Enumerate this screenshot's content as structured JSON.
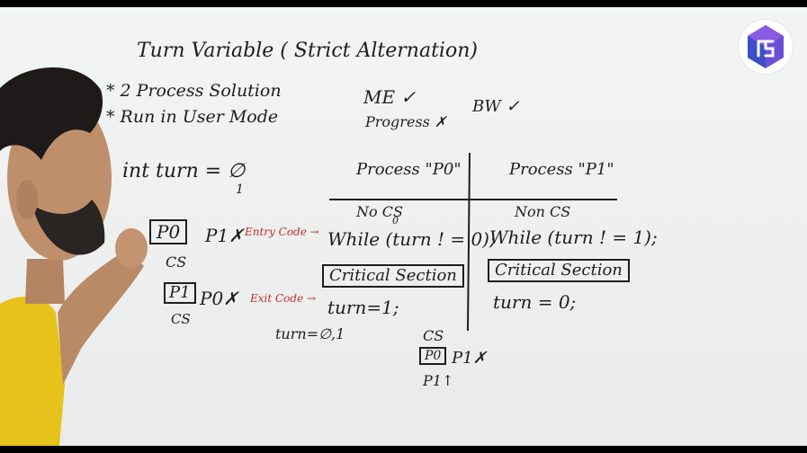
{
  "board": {
    "title": "Turn Variable ( Strict Alternation)",
    "bullets": [
      "2 Process Solution",
      "Run in User Mode"
    ],
    "me_check": "ME ✓",
    "progress_x": "Progress ✗",
    "bw_check": "BW ✓",
    "int_turn": "int  turn = ∅",
    "int_turn_sub": "1",
    "p0_box": "P0",
    "p1x": "P1✗",
    "entry_code": "Entry Code →",
    "cs_label_1": "CS",
    "p1_box": "P1",
    "p0x": "P0✗",
    "exit_code": "Exit Code →",
    "cs_label_2": "CS",
    "turn_small": "turn=∅,1",
    "process_p0_header": "Process \"P0\"",
    "process_p1_header": "Process \"P1\"",
    "p0_noncs": "No CS",
    "p0_noncs_mark": "0",
    "p0_while": "While (turn ! = 0);",
    "p0_critical": "Critical Section",
    "p0_exit": "turn=1;",
    "p1_noncs": "Non CS",
    "p1_while": "While (turn ! = 1);",
    "p1_critical": "Critical Section",
    "p1_exit": "turn = 0;",
    "bottom_cs": "CS",
    "bottom_p0_box": "P0",
    "bottom_p1x": "P1✗",
    "bottom_p1_arrow": "P1↑"
  },
  "colors": {
    "ink": "#1e1e1e",
    "red_marker": "#c0302a",
    "logo_purple": "#7b4bd0",
    "logo_blue": "#3b5bdc"
  },
  "icons": {
    "logo": "channel-logo-icon",
    "presenter": "person-photo"
  }
}
